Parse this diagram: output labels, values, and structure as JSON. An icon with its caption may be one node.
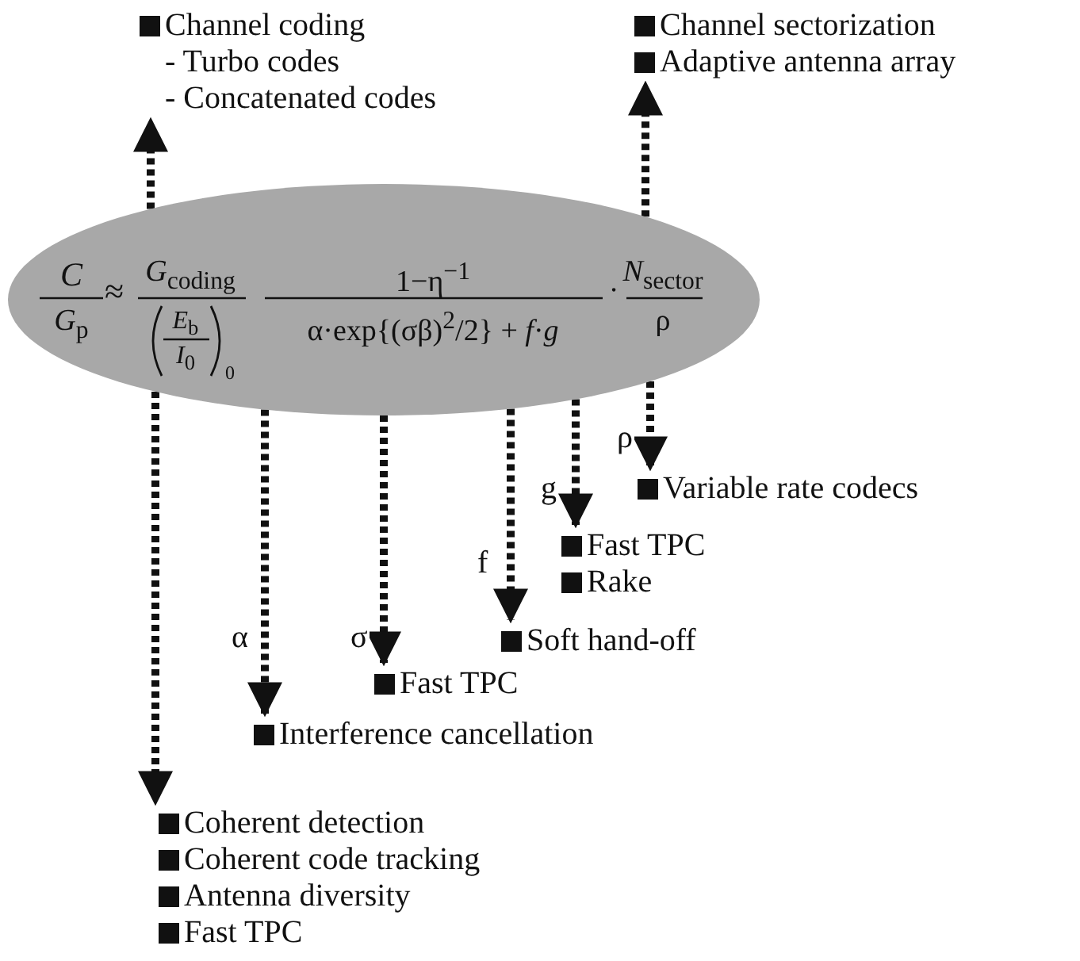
{
  "diagram": {
    "nodes": [
      {
        "text": [
          "*C*",
          "*G*$_{p}$",
          "≈",
          "*G*$_{coding}$",
          "*E*$_{b}$",
          "*I*$_{0}$",
          "0",
          "1−η$^{−1}$",
          "α·exp{(σβ)$^{2}$/2} + *f*·*g*",
          "·",
          "*N*$_{sector}$",
          "ρ"
        ]
      },
      {
        "text": [
          "Channel coding",
          "- Turbo codes",
          "- Concatenated codes"
        ]
      },
      {
        "text": [
          "Channel sectorization",
          "Adaptive antenna array"
        ]
      },
      {
        "text": [
          "Variable rate codecs"
        ]
      },
      {
        "text": [
          "Fast TPC",
          "Rake"
        ]
      },
      {
        "text": [
          "Soft hand-off"
        ]
      },
      {
        "text": [
          "Fast TPC"
        ]
      },
      {
        "text": [
          "Interference cancellation"
        ]
      },
      {
        "text": [
          "Coherent detection",
          "Coherent code tracking",
          "Antenna diversity",
          "Fast TPC"
        ]
      }
    ],
    "edges": [
      {
        "from": 0,
        "to": 1,
        "arrow": "to"
      },
      {
        "from": 0,
        "to": 2,
        "arrow": "to"
      },
      {
        "from": 0,
        "to": 3,
        "arrow": "to",
        "label": "ρ"
      },
      {
        "from": 0,
        "to": 4,
        "arrow": "to",
        "label": "g"
      },
      {
        "from": 0,
        "to": 5,
        "arrow": "to",
        "label": "f"
      },
      {
        "from": 0,
        "to": 6,
        "arrow": "to",
        "label": "σ"
      },
      {
        "from": 0,
        "to": 7,
        "arrow": "to",
        "label": "α"
      },
      {
        "from": 0,
        "to": 8,
        "arrow": "to"
      }
    ]
  }
}
